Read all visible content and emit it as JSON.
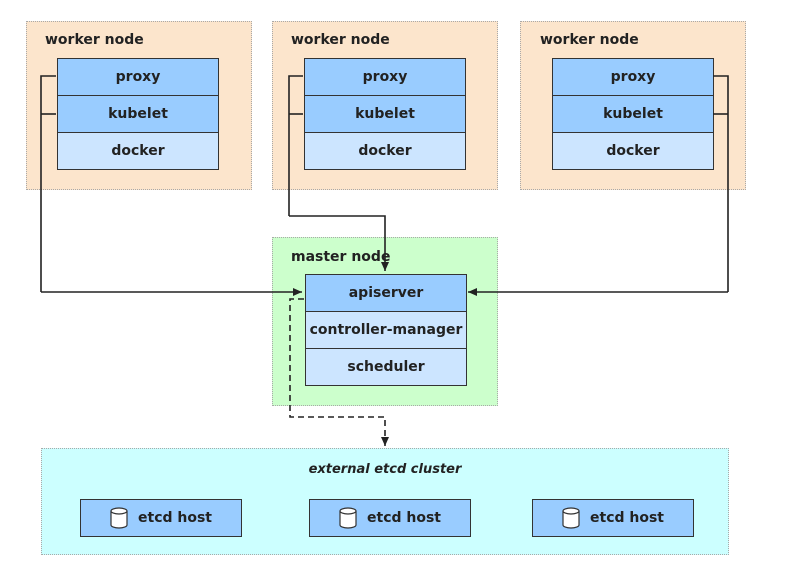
{
  "workers": [
    {
      "title": "worker node",
      "components": [
        "proxy",
        "kubelet",
        "docker"
      ]
    },
    {
      "title": "worker node",
      "components": [
        "proxy",
        "kubelet",
        "docker"
      ]
    },
    {
      "title": "worker node",
      "components": [
        "proxy",
        "kubelet",
        "docker"
      ]
    }
  ],
  "master": {
    "title": "master node",
    "components": [
      "apiserver",
      "controller-manager",
      "scheduler"
    ]
  },
  "etcd": {
    "title": "external etcd cluster",
    "hosts": [
      "etcd host",
      "etcd host",
      "etcd host"
    ],
    "host_icon": "database-cylinder-icon"
  },
  "colors": {
    "worker_bg": "#fce5cc",
    "master_bg": "#ccffcc",
    "etcd_bg": "#ccffff",
    "component_dark": "#99ccff",
    "component_light": "#cce5ff"
  }
}
